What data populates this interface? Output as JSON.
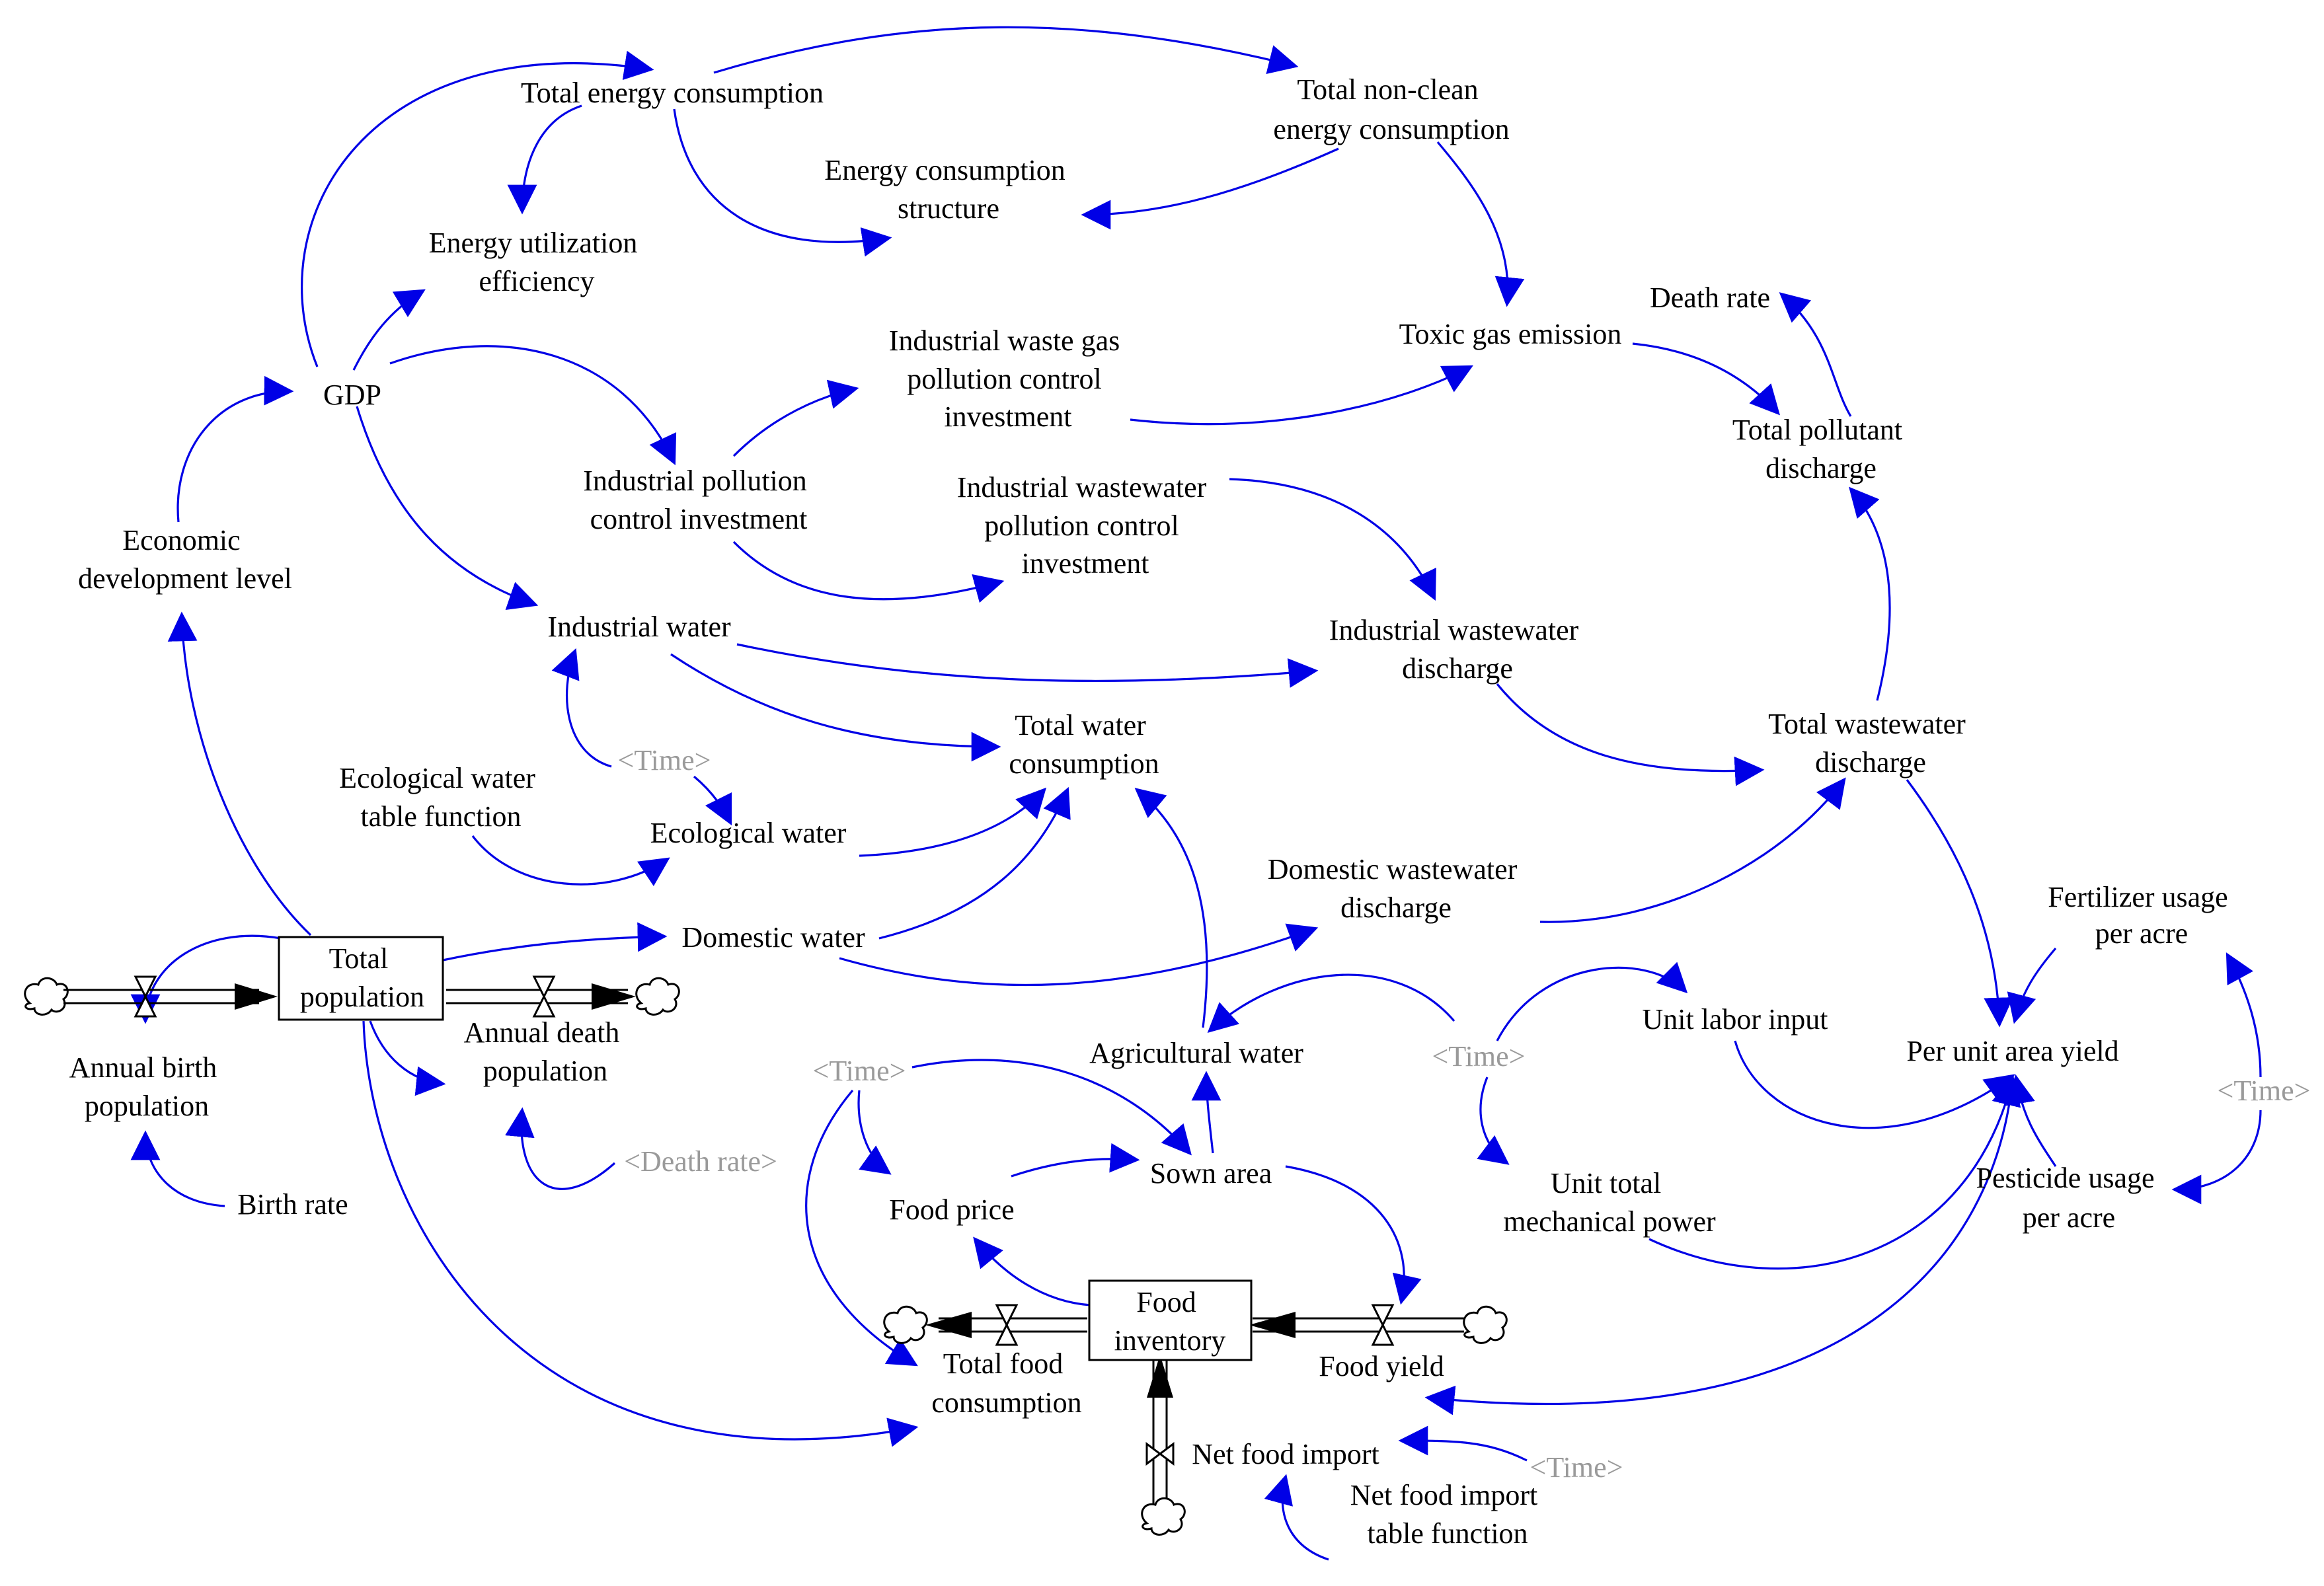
{
  "stocks": {
    "total_population": [
      "Total",
      "population"
    ],
    "food_inventory": [
      "Food",
      "inventory"
    ]
  },
  "variables": {
    "total_energy_consumption": [
      "Total energy consumption"
    ],
    "total_non_clean_energy_consumption": [
      "Total non-clean",
      "energy consumption"
    ],
    "energy_consumption_structure": [
      "Energy consumption",
      "structure"
    ],
    "energy_utilization_efficiency": [
      "Energy utilization",
      "efficiency"
    ],
    "death_rate": [
      "Death rate"
    ],
    "toxic_gas_emission": [
      "Toxic gas emission"
    ],
    "gdp": [
      "GDP"
    ],
    "industrial_waste_gas_investment": [
      "Industrial waste gas",
      "pollution control",
      "investment"
    ],
    "total_pollutant_discharge": [
      "Total pollutant",
      "discharge"
    ],
    "industrial_pollution_control_investment": [
      "Industrial pollution",
      "control investment"
    ],
    "industrial_wastewater_investment": [
      "Industrial wastewater",
      "pollution control",
      "investment"
    ],
    "economic_development_level": [
      "Economic",
      "development level"
    ],
    "industrial_water": [
      "Industrial water"
    ],
    "industrial_wastewater_discharge": [
      "Industrial wastewater",
      "discharge"
    ],
    "total_water_consumption": [
      "Total water",
      "consumption"
    ],
    "total_wastewater_discharge": [
      "Total wastewater",
      "discharge"
    ],
    "ecological_water_table_function": [
      "Ecological water",
      "table function"
    ],
    "ecological_water": [
      "Ecological water"
    ],
    "domestic_wastewater_discharge": [
      "Domestic wastewater",
      "discharge"
    ],
    "fertilizer_usage_per_acre": [
      "Fertilizer usage",
      "per acre"
    ],
    "domestic_water": [
      "Domestic water"
    ],
    "annual_death_population": [
      "Annual death",
      "population"
    ],
    "annual_birth_population": [
      "Annual birth",
      "population"
    ],
    "agricultural_water": [
      "Agricultural water"
    ],
    "unit_labor_input": [
      "Unit labor input"
    ],
    "per_unit_area_yield": [
      "Per unit area yield"
    ],
    "birth_rate": [
      "Birth rate"
    ],
    "sown_area": [
      "Sown area"
    ],
    "food_price": [
      "Food price"
    ],
    "unit_total_mechanical_power": [
      "Unit total",
      "mechanical power"
    ],
    "pesticide_usage_per_acre": [
      "Pesticide usage",
      "per acre"
    ],
    "food_yield": [
      "Food yield"
    ],
    "total_food_consumption": [
      "Total food",
      "consumption"
    ],
    "net_food_import": [
      "Net food import"
    ],
    "net_food_import_table_function": [
      "Net food import",
      "table function"
    ]
  },
  "shadow_variables": {
    "time": "<Time>",
    "death_rate": "<Death rate>"
  },
  "colors": {
    "causal_link": "#0000e6",
    "shadow_text": "#9a9a9a",
    "stock_border": "#000000"
  }
}
